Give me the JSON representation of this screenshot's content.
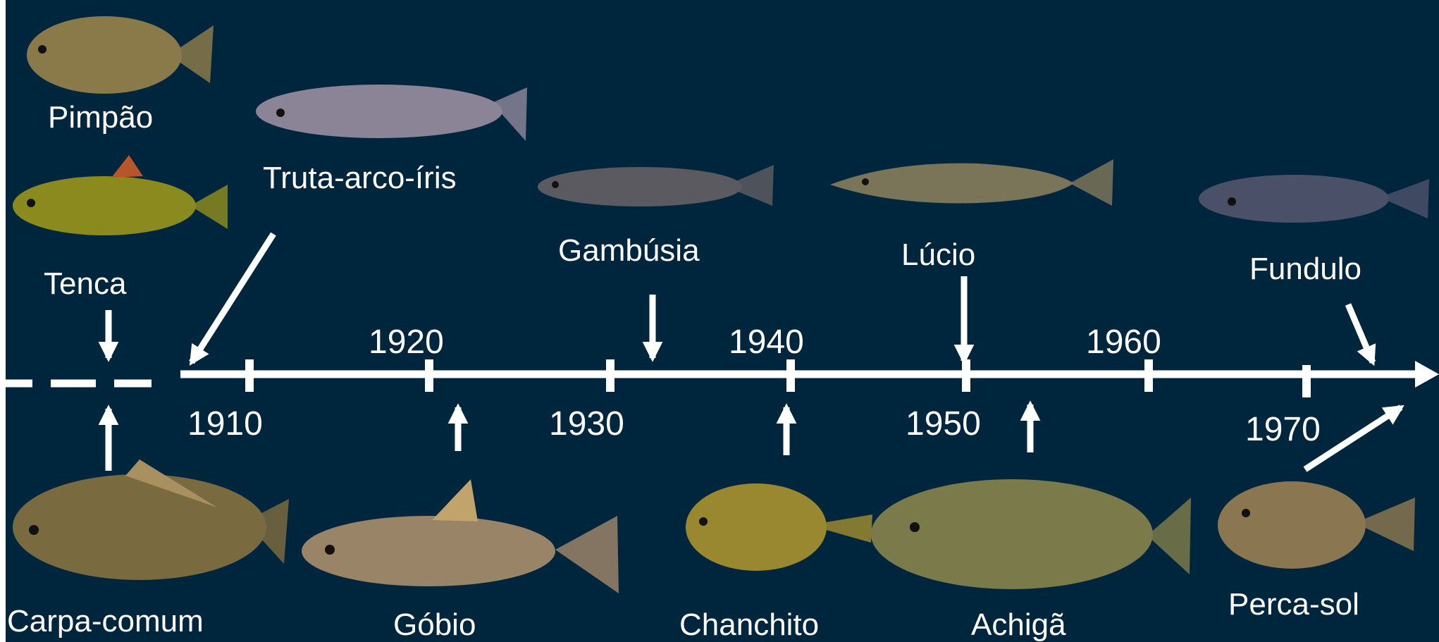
{
  "diagram": {
    "background": "#00263d",
    "line_color": "#ffffff",
    "years": {
      "y1910": "1910",
      "y1920": "1920",
      "y1930": "1930",
      "y1940": "1940",
      "y1950": "1950",
      "y1960": "1960",
      "y1970": "1970"
    },
    "fish": {
      "pimpao": "Pimpão",
      "tenca": "Tenca",
      "truta": "Truta-arco-íris",
      "gambusia": "Gambúsia",
      "lucio": "Lúcio",
      "fundulo": "Fundulo",
      "carpa": "Carpa-comum",
      "gobio": "Góbio",
      "chanchito": "Chanchito",
      "achiga": "Achigã",
      "percasol": "Perca-sol"
    },
    "fish_colors": {
      "pimpao": "#8a7a4a",
      "tenca": "#8a8a1e",
      "truta": "#8a8496",
      "gambusia": "#5a5a60",
      "lucio": "#7a7458",
      "fundulo": "#4a5068",
      "carpa": "#7a6a40",
      "gobio": "#9a8468",
      "chanchito": "#9a8830",
      "achiga": "#7a7a4a",
      "percasol": "#8a7650"
    }
  }
}
